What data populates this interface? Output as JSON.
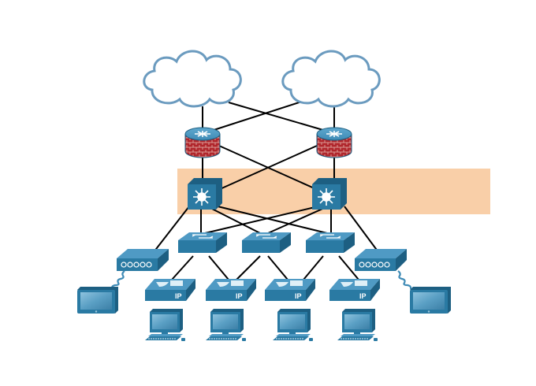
{
  "diagram": {
    "highlight_color": "#f9cfa8",
    "device_color": "#2a7aa3",
    "device_dark": "#1d5f82",
    "firewall_color": "#b0262c",
    "cloud_color": "#6b9bbf",
    "phone_label": "IP",
    "nodes": {
      "clouds": [
        "cloud-left",
        "cloud-right"
      ],
      "firewall_routers": [
        "firewall-router-left",
        "firewall-router-right"
      ],
      "multilayer_switches": [
        "multilayer-switch-left",
        "multilayer-switch-right"
      ],
      "access_switches": [
        "access-switch-left",
        "access-switch-middle",
        "access-switch-right"
      ],
      "wireless_access_points": [
        "wireless-ap-left",
        "wireless-ap-right"
      ],
      "tablets": [
        "tablet-left",
        "tablet-right"
      ],
      "ip_phones": [
        "ip-phone-1",
        "ip-phone-2",
        "ip-phone-3",
        "ip-phone-4"
      ],
      "pcs": [
        "pc-1",
        "pc-2",
        "pc-3",
        "pc-4"
      ]
    }
  }
}
